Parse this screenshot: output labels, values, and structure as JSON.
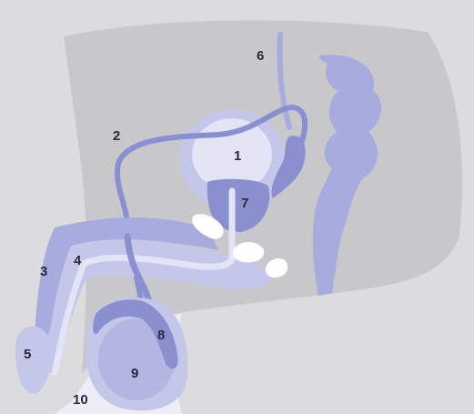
{
  "diagram": {
    "labels": [
      {
        "id": "1",
        "text": "1"
      },
      {
        "id": "2",
        "text": "2"
      },
      {
        "id": "3",
        "text": "3"
      },
      {
        "id": "4",
        "text": "4"
      },
      {
        "id": "5",
        "text": "5"
      },
      {
        "id": "6",
        "text": "6"
      },
      {
        "id": "7",
        "text": "7"
      },
      {
        "id": "8",
        "text": "8"
      },
      {
        "id": "9",
        "text": "9"
      },
      {
        "id": "10",
        "text": "10"
      }
    ]
  },
  "colors": {
    "background": "#ecedf7",
    "body": "#dcdcde",
    "pelvis": "#c8c8cb",
    "organ_light": "#c4c6ea",
    "organ_mid": "#a8abdd",
    "organ_dark": "#8a8fd0",
    "highlight": "#e3e4f6",
    "bone": "#ffffff"
  }
}
